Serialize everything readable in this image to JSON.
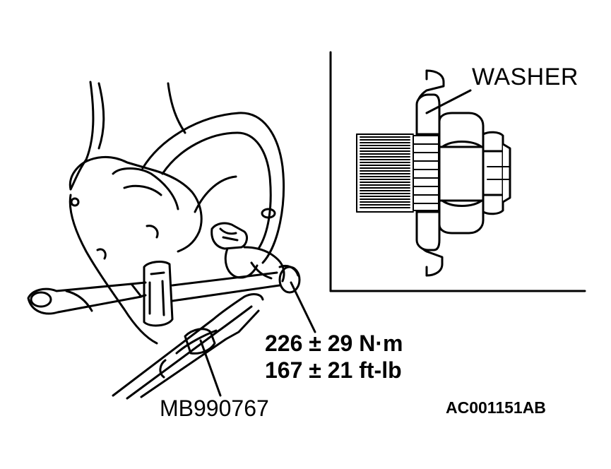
{
  "labels": {
    "washer": "WASHER",
    "torque_nm": "226 ± 29 N·m",
    "torque_ftlb": "167 ± 21 ft-lb",
    "tool": "MB990767",
    "figure_id": "AC001151AB"
  },
  "colors": {
    "ink": "#000000",
    "paper": "#ffffff"
  }
}
